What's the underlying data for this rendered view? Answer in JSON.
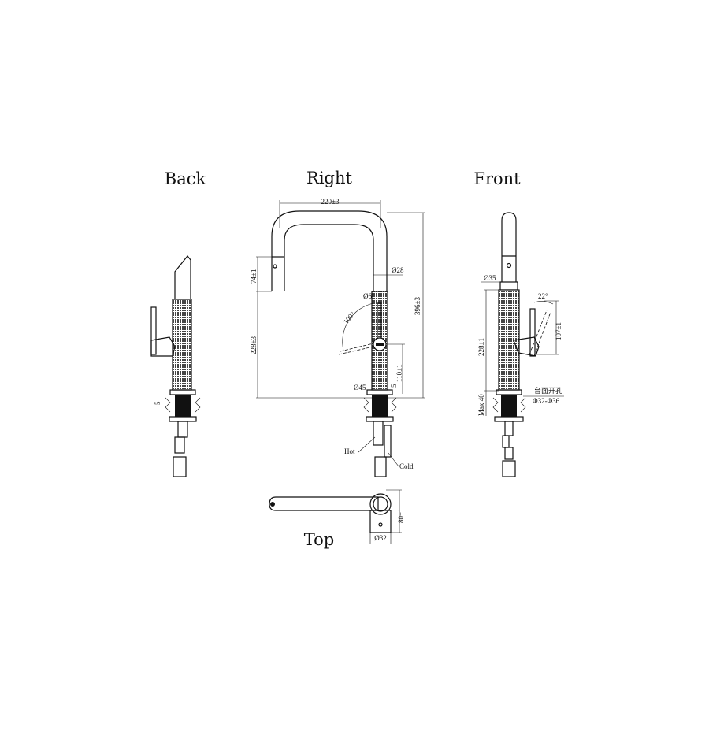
{
  "views": {
    "back": "Back",
    "right": "Right",
    "front": "Front",
    "top": "Top"
  },
  "right_dims": {
    "width": "220±3",
    "height": "396±3",
    "spray_len": "74±1",
    "body_height": "228±3",
    "spout_dia": "Ø28",
    "lever_dia": "Ø6",
    "angle": "100°",
    "base_dia": "Ø45",
    "lever_height": "110±1",
    "base_gap": "5",
    "hot": "Hot",
    "cold": "Cold"
  },
  "back_dims": {
    "gap": "5"
  },
  "front_dims": {
    "spout_dia": "Ø35",
    "angle": "22°",
    "lever_height": "107±1",
    "body_height": "228±1",
    "max_deck": "Max 40",
    "hole_label": "台面开孔",
    "hole_range": "Φ32-Φ36"
  },
  "top_dims": {
    "depth": "80±1",
    "dia": "Ø32"
  }
}
